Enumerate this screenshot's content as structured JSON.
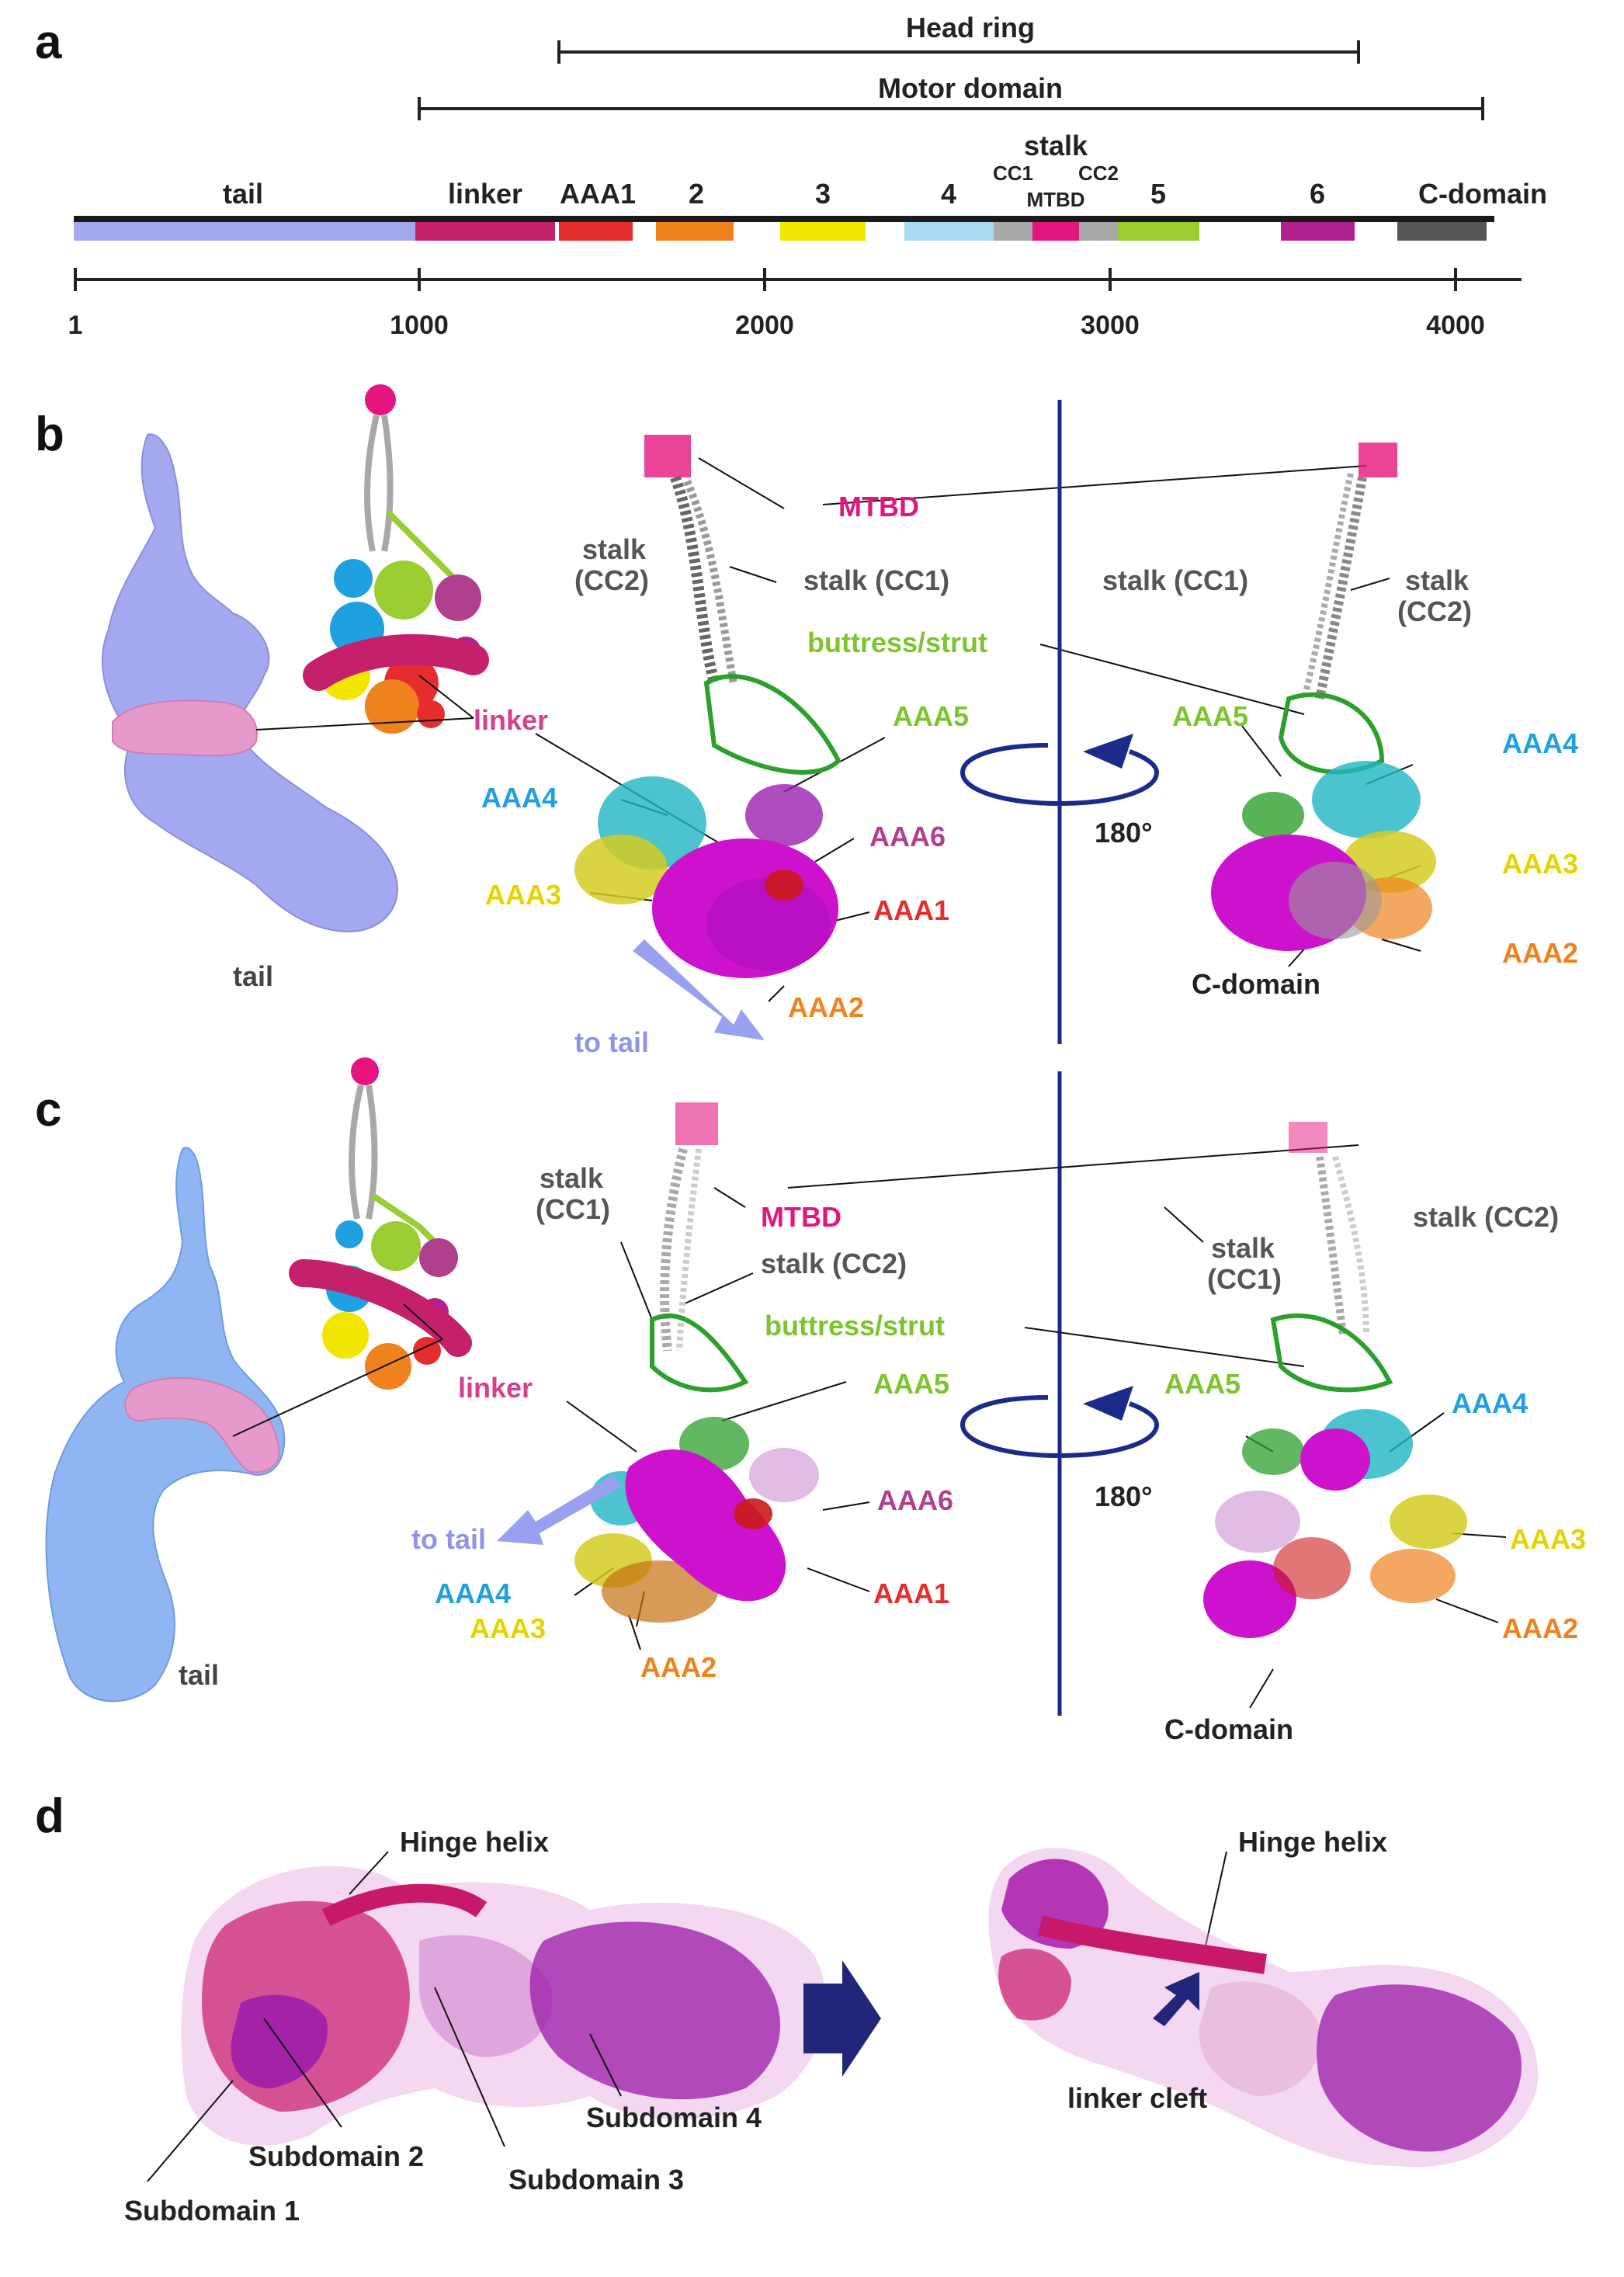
{
  "panels": {
    "a": "a",
    "b": "b",
    "c": "c",
    "d": "d"
  },
  "panel_a": {
    "head_ring": "Head ring",
    "motor_domain": "Motor domain",
    "segments": {
      "tail": "tail",
      "linker": "linker",
      "aaa1": "AAA1",
      "aaa2": "2",
      "aaa3": "3",
      "aaa4": "4",
      "stalk": "stalk",
      "cc1": "CC1",
      "cc2": "CC2",
      "mtbd": "MTBD",
      "aaa5": "5",
      "aaa6": "6",
      "cdomain": "C-domain"
    },
    "scale_ticks": [
      "1",
      "1000",
      "2000",
      "3000",
      "4000"
    ]
  },
  "panel_b": {
    "tail": "tail",
    "linker": "linker",
    "to_tail": "to tail",
    "mtbd": "MTBD",
    "stalk_cc2_left": "stalk\n(CC2)",
    "stalk_cc2_left_1": "stalk",
    "stalk_cc2_left_2": "(CC2)",
    "stalk_cc1_left": "stalk (CC1)",
    "buttress": "buttress/strut",
    "aaa5_left": "AAA5",
    "aaa4_left": "AAA4",
    "aaa6_left": "AAA6",
    "aaa3_left": "AAA3",
    "aaa1_left": "AAA1",
    "aaa2_left": "AAA2",
    "rotation": "180°",
    "stalk_cc1_right": "stalk (CC1)",
    "stalk_cc2_right_1": "stalk",
    "stalk_cc2_right_2": "(CC2)",
    "aaa5_right": "AAA5",
    "aaa4_right": "AAA4",
    "aaa3_right": "AAA3",
    "aaa2_right": "AAA2",
    "cdomain_right": "C-domain"
  },
  "panel_c": {
    "tail": "tail",
    "linker": "linker",
    "to_tail": "to tail",
    "mtbd": "MTBD",
    "stalk_cc1_left_1": "stalk",
    "stalk_cc1_left_2": "(CC1)",
    "stalk_cc2_left": "stalk (CC2)",
    "buttress": "buttress/strut",
    "aaa5_left": "AAA5",
    "aaa6_left": "AAA6",
    "aaa4_left": "AAA4",
    "aaa1_left": "AAA1",
    "aaa3_left": "AAA3",
    "aaa2_left": "AAA2",
    "rotation": "180°",
    "stalk_cc2_right": "stalk (CC2)",
    "stalk_cc1_right_1": "stalk",
    "stalk_cc1_right_2": "(CC1)",
    "aaa5_right": "AAA5",
    "aaa4_right": "AAA4",
    "aaa3_right": "AAA3",
    "aaa2_right": "AAA2",
    "cdomain_right": "C-domain"
  },
  "panel_d": {
    "hinge_left": "Hinge helix",
    "subdomain1": "Subdomain 1",
    "subdomain2": "Subdomain 2",
    "subdomain3": "Subdomain 3",
    "subdomain4": "Subdomain 4",
    "hinge_right": "Hinge helix",
    "linker_cleft": "linker cleft"
  },
  "colors": {
    "tail": "#a3a8f0",
    "linker": "#c4206b",
    "aaa1": "#e52d2d",
    "aaa2": "#f0821e",
    "aaa3": "#f2e500",
    "aaa4": "#a8dcf4",
    "cc": "#a8a8a8",
    "mtbd": "#e5157f",
    "aaa5": "#9acd32",
    "aaa6": "#b0208e",
    "cdomain": "#555555",
    "label_mtbd": "#e5157f",
    "label_stalk": "#555555",
    "label_buttress": "#7dc42e",
    "label_aaa5": "#7dc42e",
    "label_aaa4": "#1fa0e0",
    "label_aaa6": "#b0408e",
    "label_aaa3": "#e4d400",
    "label_aaa1": "#e52d2d",
    "label_aaa2": "#f0821e",
    "label_linker": "#d63f8f",
    "label_totail": "#8f95e6",
    "axis": "#1c2a8a",
    "arrow_d": "#22267a"
  }
}
